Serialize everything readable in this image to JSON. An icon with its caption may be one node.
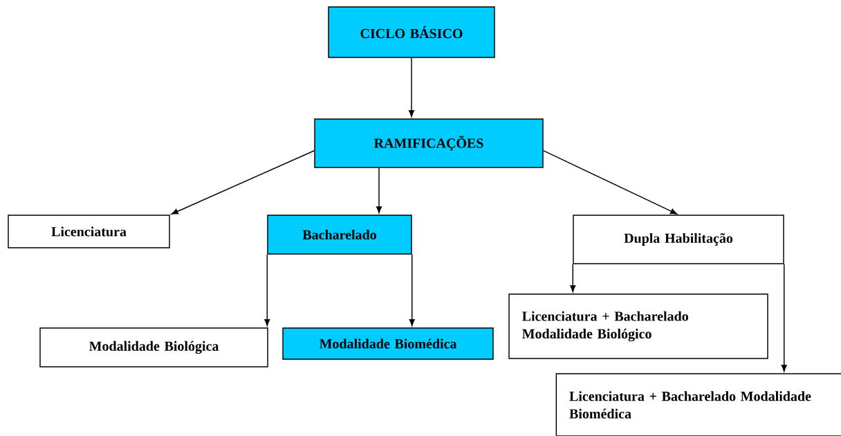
{
  "diagram": {
    "nodes": [
      {
        "text": [
          "CICLO BÁSICO"
        ]
      },
      {
        "text": [
          "RAMIFICAÇÕES"
        ]
      },
      {
        "text": [
          "Licenciatura"
        ]
      },
      {
        "text": [
          "Bacharelado"
        ]
      },
      {
        "text": [
          "Dupla Habilitação"
        ]
      },
      {
        "text": [
          "Modalidade Biológica"
        ]
      },
      {
        "text": [
          "Modalidade Biomédica"
        ]
      },
      {
        "text": [
          "Licenciatura + Bacharelado Modalidade Biológico"
        ]
      },
      {
        "text": [
          "Licenciatura + Bacharelado Modalidade Biomédica"
        ]
      }
    ],
    "edges": [
      {
        "from": 0,
        "to": 1,
        "arrow": "to"
      },
      {
        "from": 1,
        "to": 2,
        "arrow": "to"
      },
      {
        "from": 1,
        "to": 3,
        "arrow": "to"
      },
      {
        "from": 1,
        "to": 4,
        "arrow": "to"
      },
      {
        "from": 3,
        "to": 5,
        "arrow": "to"
      },
      {
        "from": 3,
        "to": 6,
        "arrow": "to"
      },
      {
        "from": 4,
        "to": 7,
        "arrow": "to"
      },
      {
        "from": 4,
        "to": 8,
        "arrow": "to"
      }
    ]
  }
}
